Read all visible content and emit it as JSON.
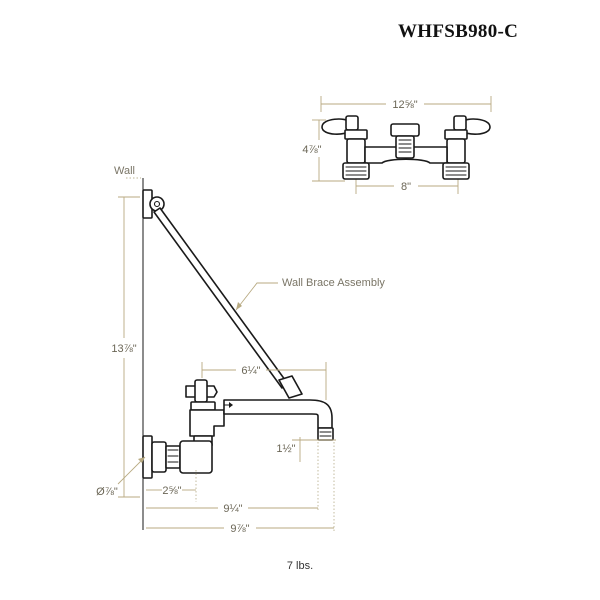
{
  "header": {
    "model": "WHFSB980-C"
  },
  "footer": {
    "weight": "7 lbs."
  },
  "labels": {
    "wall": "Wall",
    "brace": "Wall Brace Assembly"
  },
  "dimensions": {
    "top_overall_width": "12⅝\"",
    "top_height": "4⅞\"",
    "top_center": "8\"",
    "overall_height": "13⅞\"",
    "spout_reach": "6¼\"",
    "spout_drop": "1½\"",
    "inlet_diameter": "Ø⅞\"",
    "inlet_offset": "2⅝\"",
    "projection_to_spout": "9¼\"",
    "overall_projection": "9⅞\""
  }
}
